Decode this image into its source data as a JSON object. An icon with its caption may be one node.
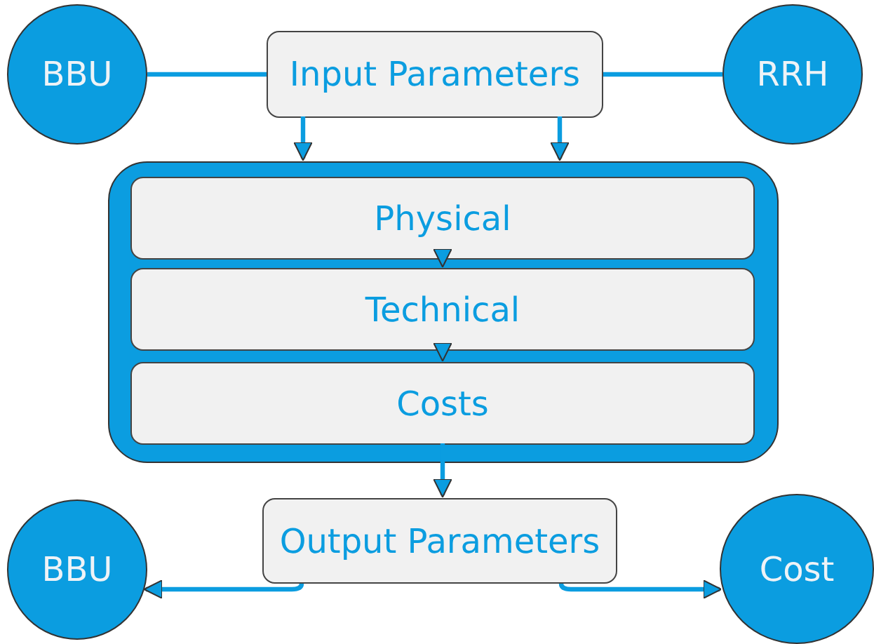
{
  "diagram": {
    "nodes": [
      {
        "text": [
          "BBU"
        ]
      },
      {
        "text": [
          "Input Parameters"
        ]
      },
      {
        "text": [
          "RRH"
        ]
      },
      {
        "text": [],
        "shape": "box"
      },
      {
        "text": [
          "Physical"
        ],
        "in": 3
      },
      {
        "text": [
          "Technical"
        ],
        "in": 3
      },
      {
        "text": [
          "Costs"
        ],
        "in": 3
      },
      {
        "text": [
          "Output Parameters"
        ]
      },
      {
        "text": [
          "BBU"
        ]
      },
      {
        "text": [
          "Cost"
        ]
      }
    ],
    "edges": [
      {
        "from": 0,
        "to": 1,
        "arrow": "none"
      },
      {
        "from": 1,
        "to": 2,
        "arrow": "none"
      },
      {
        "from": 1,
        "to": 3,
        "arrow": "to"
      },
      {
        "from": 1,
        "to": 3,
        "arrow": "to"
      },
      {
        "from": 4,
        "to": 5,
        "arrow": "to"
      },
      {
        "from": 5,
        "to": 6,
        "arrow": "to"
      },
      {
        "from": 6,
        "to": 7,
        "arrow": "to"
      },
      {
        "from": 7,
        "to": 8,
        "arrow": "to"
      },
      {
        "from": 7,
        "to": 9,
        "arrow": "to"
      }
    ]
  }
}
